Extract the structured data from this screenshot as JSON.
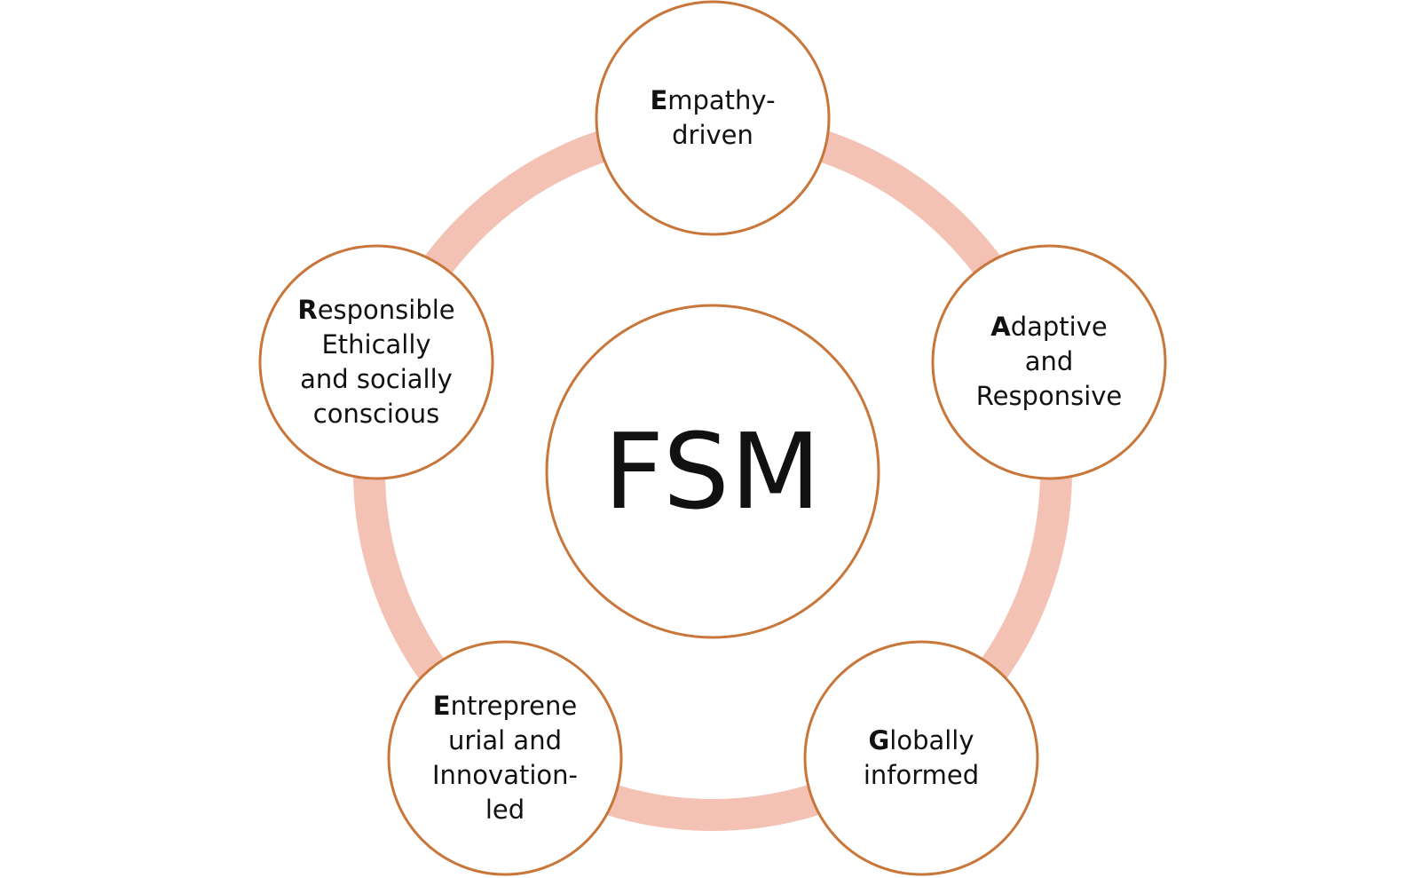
{
  "diagram": {
    "center": "FSM",
    "nodes": [
      {
        "id": "empathy",
        "initial": "E",
        "lines": [
          "mpathy-",
          "driven"
        ]
      },
      {
        "id": "adaptive",
        "initial": "A",
        "lines": [
          "daptive",
          "and",
          "Responsive"
        ]
      },
      {
        "id": "globally",
        "initial": "G",
        "lines": [
          "lobally",
          "informed"
        ]
      },
      {
        "id": "entrepreneurial",
        "initial": "E",
        "lines": [
          "ntreprene",
          "urial and",
          "Innovation-",
          "led"
        ]
      },
      {
        "id": "responsible",
        "initial": "R",
        "lines": [
          "esponsible",
          "Ethically",
          "and socially",
          "conscious"
        ]
      }
    ]
  },
  "colors": {
    "ring": "#f4c2b4",
    "circle_stroke": "#c8763a",
    "circle_fill": "#ffffff",
    "text": "#111111"
  }
}
